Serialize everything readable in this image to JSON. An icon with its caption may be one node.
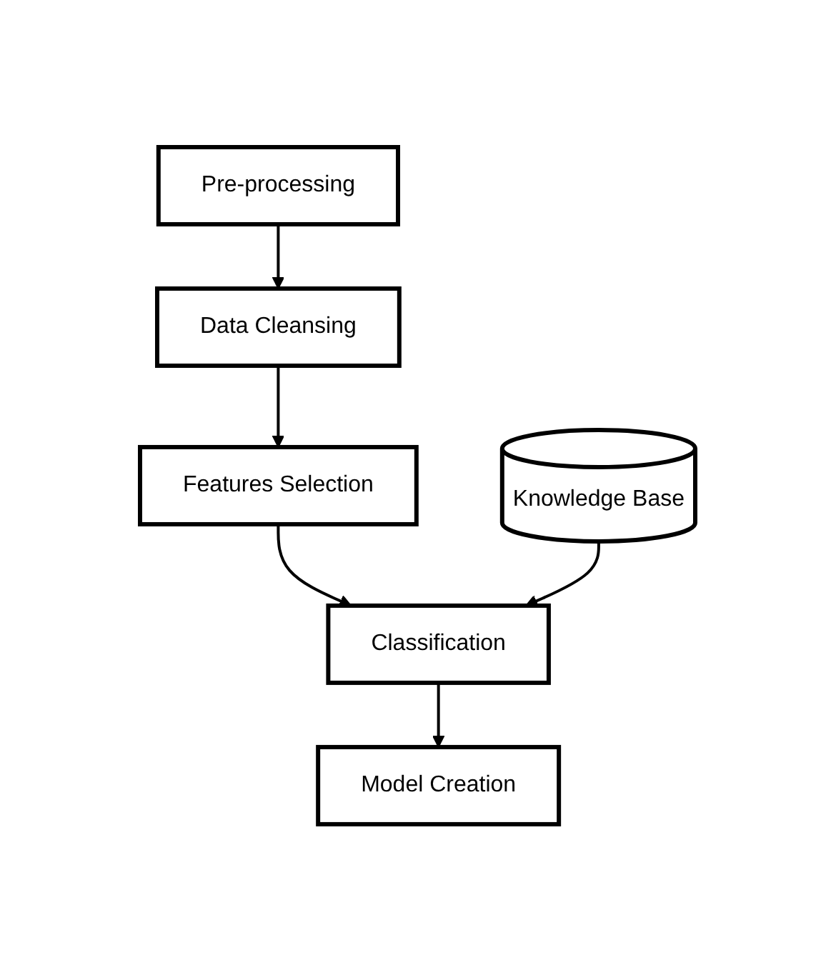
{
  "diagram": {
    "nodes": [
      {
        "text": [
          "Pre-processing"
        ]
      },
      {
        "text": [
          "Data Cleansing"
        ]
      },
      {
        "text": [
          "Features Selection"
        ]
      },
      {
        "text": [
          "Classification"
        ]
      },
      {
        "text": [
          "Knowledge Base"
        ]
      },
      {
        "text": [
          "Model Creation"
        ]
      }
    ],
    "edges": [
      {
        "from": 0,
        "to": 1,
        "arrow": "to"
      },
      {
        "from": 1,
        "to": 2,
        "arrow": "to"
      },
      {
        "from": 2,
        "to": 3,
        "arrow": "to"
      },
      {
        "from": 4,
        "to": 3,
        "arrow": "to"
      },
      {
        "from": 3,
        "to": 5,
        "arrow": "to"
      }
    ]
  }
}
